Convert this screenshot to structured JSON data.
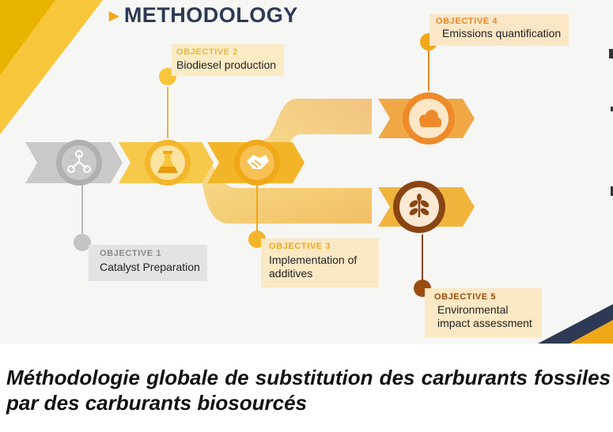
{
  "header": {
    "title": "METHODOLOGY"
  },
  "objectives": [
    {
      "key": "OBJECTIVE 1",
      "label": "Catalyst Preparation",
      "icon": "molecule-icon"
    },
    {
      "key": "OBJECTIVE 2",
      "label": "Biodiesel production",
      "icon": "flask-icon"
    },
    {
      "key": "OBJECTIVE 3",
      "label": "Implementation of additives",
      "icon": "handshake-icon"
    },
    {
      "key": "OBJECTIVE 4",
      "label": "Emissions quantification",
      "icon": "cloud-icon"
    },
    {
      "key": "OBJECTIVE 5",
      "label": "Environmental impact assessment",
      "icon": "plant-icon"
    }
  ],
  "caption": "Méthodologie globale de substitution des carburants fossiles par des carburants biosourcés",
  "colors": {
    "grey": "#c8c8c8",
    "yellow": "#f7c63a",
    "amber": "#f0a818",
    "orange": "#e8872c",
    "brown": "#8a4512",
    "navy": "#2e3a55"
  }
}
